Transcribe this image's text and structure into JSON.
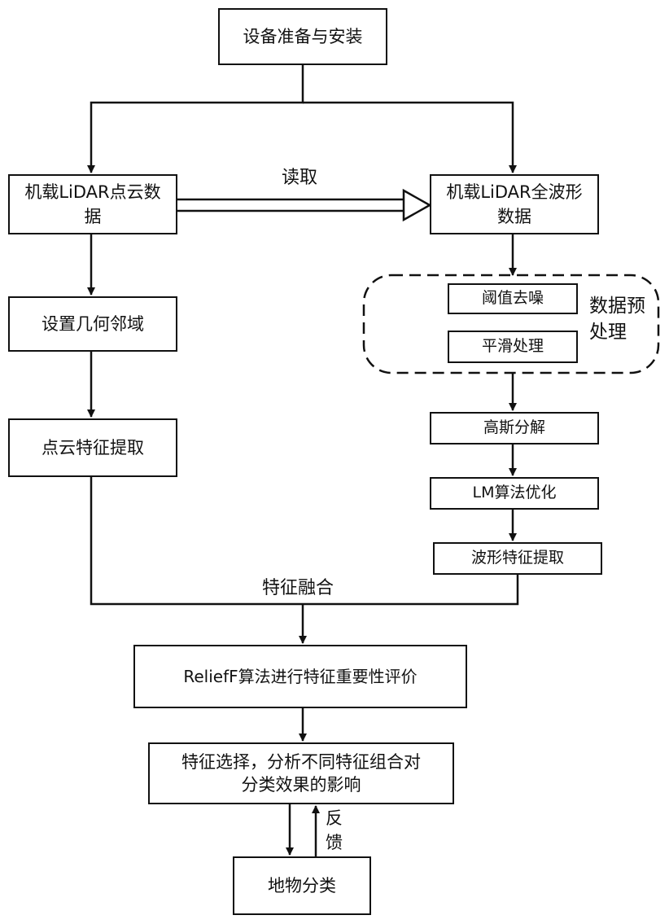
{
  "nodes": {
    "setup": "设备准备与安装",
    "pointcloud": "机载LiDAR点云数\n据",
    "waveform": "机载LiDAR全波形\n数据",
    "neighborhood": "设置几何邻域",
    "pc_features": "点云特征提取",
    "denoise": "阈值去噪",
    "smooth": "平滑处理",
    "preprocess_label": "数据预\n处理",
    "gaussian": "高斯分解",
    "lm": "LM算法优化",
    "wf_features": "波形特征提取",
    "relieff": "ReliefF算法进行特征重要性评价",
    "selection": "特征选择，分析不同特征组合对\n分类效果的影响",
    "classify": "地物分类"
  },
  "edges": {
    "read": "读取",
    "fusion": "特征融合",
    "feedback": "反\n馈"
  }
}
